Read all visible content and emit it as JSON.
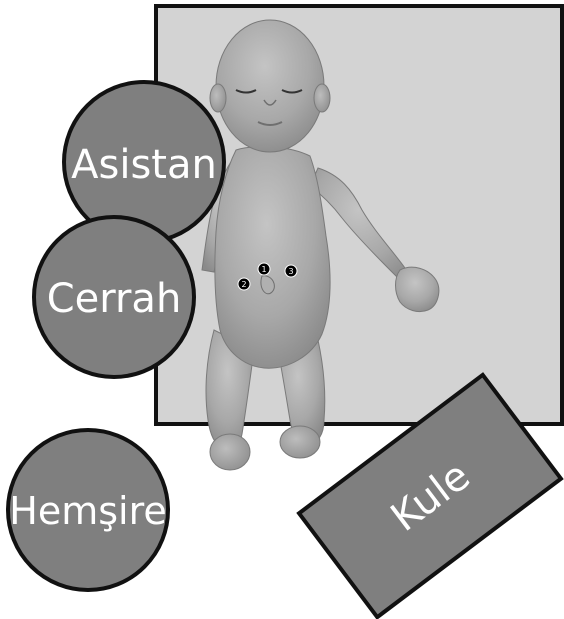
{
  "roles": {
    "assistant": "Asistan",
    "surgeon": "Cerrah",
    "nurse": "Hemşire",
    "tower": "Kule"
  },
  "ports": [
    "1",
    "2",
    "3"
  ],
  "colors": {
    "table": "#d3d3d3",
    "role_fill": "#7f7f7f",
    "outline": "#111111",
    "baby_skin": "#a6a6a6",
    "port_marker": "#000000"
  }
}
